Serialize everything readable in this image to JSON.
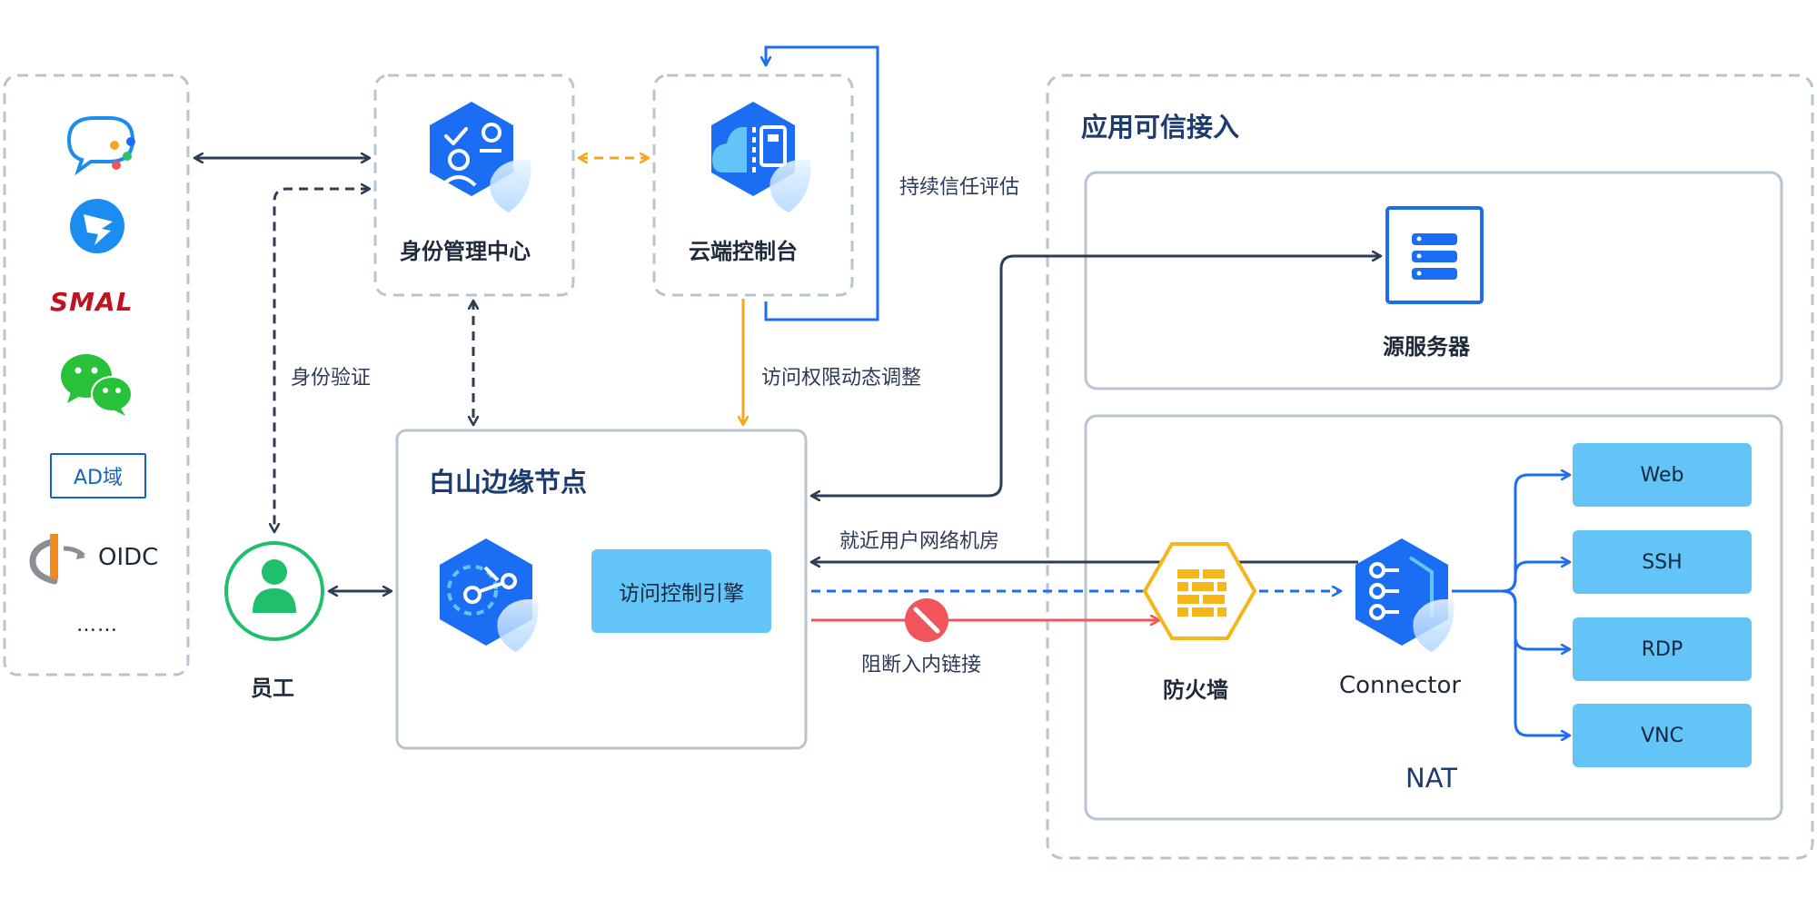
{
  "colors": {
    "dark": "#2c3e55",
    "blue": "#1b6ef3",
    "orange": "#f5a623",
    "red": "#f2545b",
    "panel_border": "#b7c4d1",
    "service_fill": "#62c4f7",
    "employee_green": "#1fbf6b",
    "firewall_yellow": "#f5b61a"
  },
  "idp_list": {
    "items": [
      {
        "icon": "chat-bubbles-icon"
      },
      {
        "icon": "dingtalk-icon"
      },
      {
        "label": "SMAL"
      },
      {
        "icon": "wechat-icon"
      },
      {
        "label": "AD域"
      },
      {
        "label": "OIDC",
        "icon": "oidc-icon"
      },
      {
        "label": "……"
      }
    ]
  },
  "nodes": {
    "identity_center": {
      "label": "身份管理中心",
      "icon": "identity-icon"
    },
    "cloud_console": {
      "label": "云端控制台",
      "icon": "cloud-console-icon"
    },
    "employee": {
      "label": "员工",
      "icon": "user-icon"
    },
    "edge_node": {
      "title": "白山边缘节点",
      "engine_label": "访问控制引擎",
      "icon": "edge-node-icon"
    },
    "firewall": {
      "label": "防火墙",
      "icon": "firewall-icon"
    },
    "connector": {
      "label": "Connector",
      "icon": "connector-icon"
    },
    "origin_server": {
      "label": "源服务器",
      "icon": "server-icon"
    }
  },
  "edges": {
    "continuous_trust": "持续信任评估",
    "identity_verify": "身份验证",
    "dynamic_permission": "访问权限动态调整",
    "nearby_access": "就近用户网络机房",
    "block_inbound": "阻断入内链接"
  },
  "app_access": {
    "title": "应用可信接入",
    "nat_label": "NAT",
    "services": [
      "Web",
      "SSH",
      "RDP",
      "VNC"
    ]
  }
}
